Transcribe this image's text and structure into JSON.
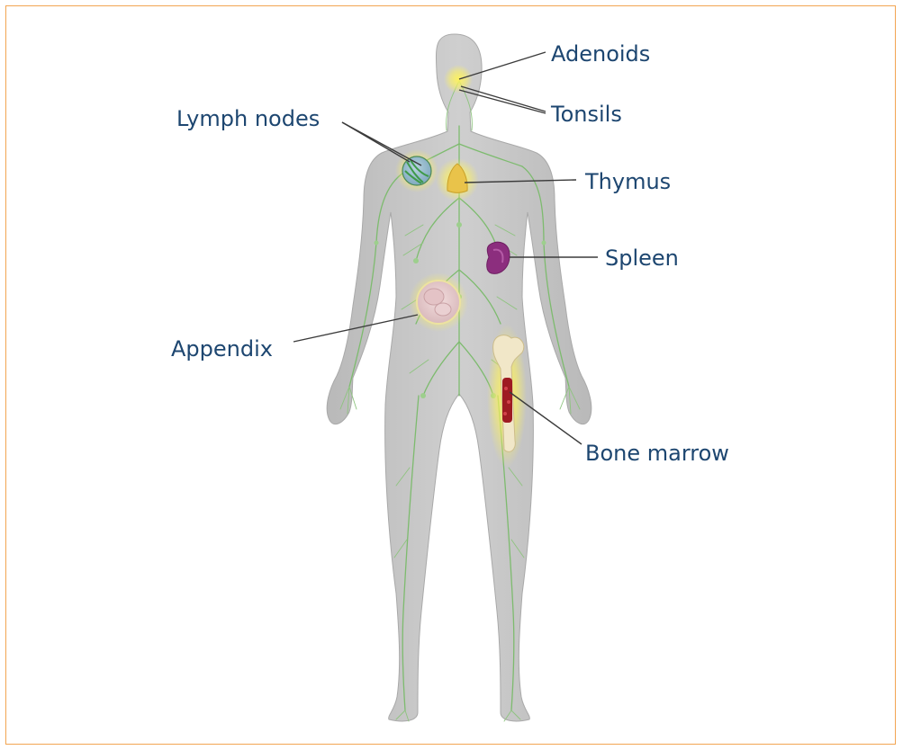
{
  "diagram": {
    "labels": {
      "adenoids": "Adenoids",
      "tonsils": "Tonsils",
      "lymph_nodes": "Lymph nodes",
      "thymus": "Thymus",
      "spleen": "Spleen",
      "appendix": "Appendix",
      "bone_marrow": "Bone marrow"
    }
  },
  "colors": {
    "frame_border": "#f2a552",
    "label_text": "#1d4670",
    "body_fill": "#c7c7c7",
    "lymph_vessels": "#7dbb6e",
    "highlight_glow": "#fff35a",
    "spleen": "#8c2e7e",
    "marrow": "#9e1b22"
  }
}
